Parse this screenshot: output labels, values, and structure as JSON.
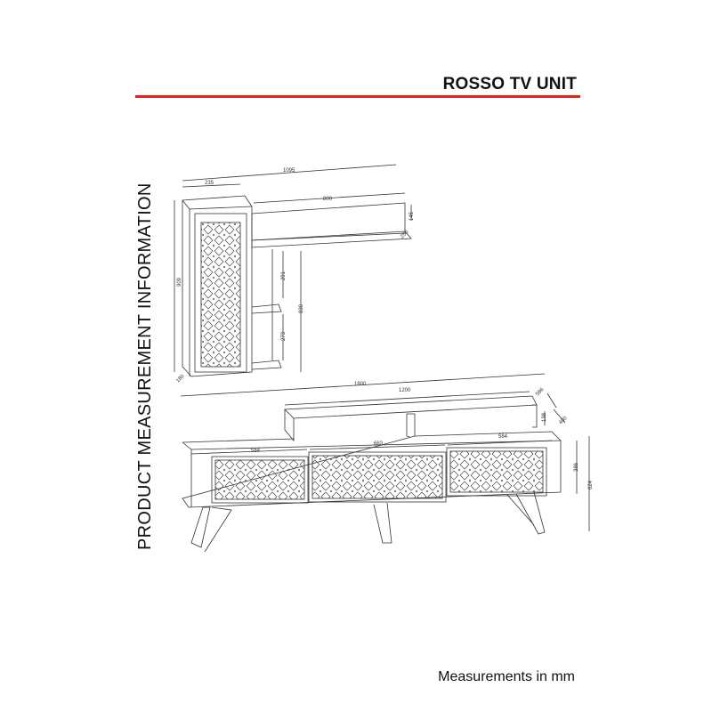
{
  "title": "ROSSO TV UNIT",
  "side_title": "PRODUCT MEASUREMENT INFORMATION",
  "footer": "Measurements in mm",
  "accent_color": "#e3241b",
  "wall_unit_dimensions": {
    "total_width": "1095",
    "cabinet_width": "235",
    "shelf_width": "800",
    "shelf_height": "145",
    "shelf_depth": "250",
    "height": "909",
    "upper_gap": "291",
    "lower_gap": "273",
    "shelf_column_height": "830",
    "cabinet_depth": "180"
  },
  "tv_stand_dimensions": {
    "total_width": "1800",
    "top_shelf_width": "1200",
    "top_shelf_depth": "586",
    "top_shelf_height": "138",
    "depth": "400",
    "left_door": "584",
    "middle_door": "683",
    "right_door": "584",
    "body_height": "386",
    "total_height": "624"
  }
}
